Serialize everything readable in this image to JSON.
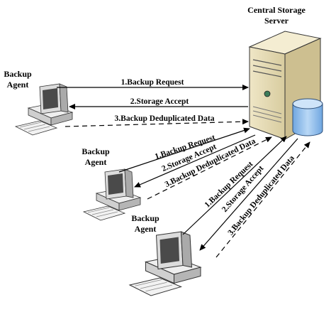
{
  "server": {
    "title_line1": "Central Storage",
    "title_line2": "Server"
  },
  "agents": [
    {
      "label_line1": "Backup",
      "label_line2": "Agent"
    },
    {
      "label_line1": "Backup",
      "label_line2": "Agent"
    },
    {
      "label_line1": "Backup",
      "label_line2": "Agent"
    }
  ],
  "messages": {
    "agent1": {
      "request": "1.Backup Request",
      "accept": "2.Storage Accept",
      "data": "3.Backup Deduplicated Data"
    },
    "agent2": {
      "request": "1.Backup Request",
      "accept": "2.Storage Accept",
      "data": "3.Backup Deduplicated Data"
    },
    "agent3": {
      "request": "1.Backup Request",
      "accept": "2.Storage Accept",
      "data": "3.Backup Deduplicated Data"
    }
  },
  "colors": {
    "server_body": "#e8ddb5",
    "server_side": "#cfc39a",
    "computer_body": "#d9d9d9",
    "computer_dark": "#5a5a5a",
    "database": "#9ec6ee",
    "line": "#000000"
  }
}
